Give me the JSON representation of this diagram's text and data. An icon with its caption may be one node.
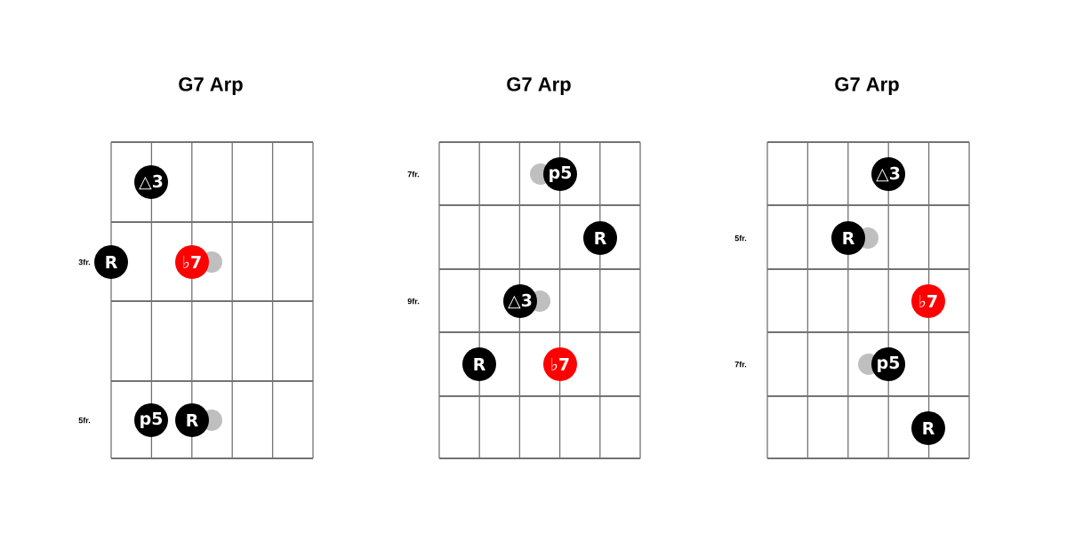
{
  "diagram": {
    "nodes": [
      {
        "text": [
          "△3"
        ]
      },
      {
        "text": [
          "R"
        ]
      },
      {
        "text": [
          "♭7"
        ]
      },
      {
        "text": [
          "p5"
        ]
      },
      {
        "text": [
          "R"
        ]
      },
      {
        "text": [
          "p5"
        ]
      },
      {
        "text": [
          "R"
        ]
      },
      {
        "text": [
          "△3"
        ]
      },
      {
        "text": [
          "R"
        ]
      },
      {
        "text": [
          "♭7"
        ]
      },
      {
        "text": [
          "△3"
        ]
      },
      {
        "text": [
          "R"
        ]
      },
      {
        "text": [
          "♭7"
        ]
      },
      {
        "text": [
          "p5"
        ]
      },
      {
        "text": [
          "R"
        ]
      }
    ],
    "labels": [
      "G7 Arp",
      "G7 Arp",
      "G7 Arp",
      "3fr.",
      "5fr.",
      "7fr.",
      "9fr.",
      "5fr.",
      "7fr."
    ]
  }
}
